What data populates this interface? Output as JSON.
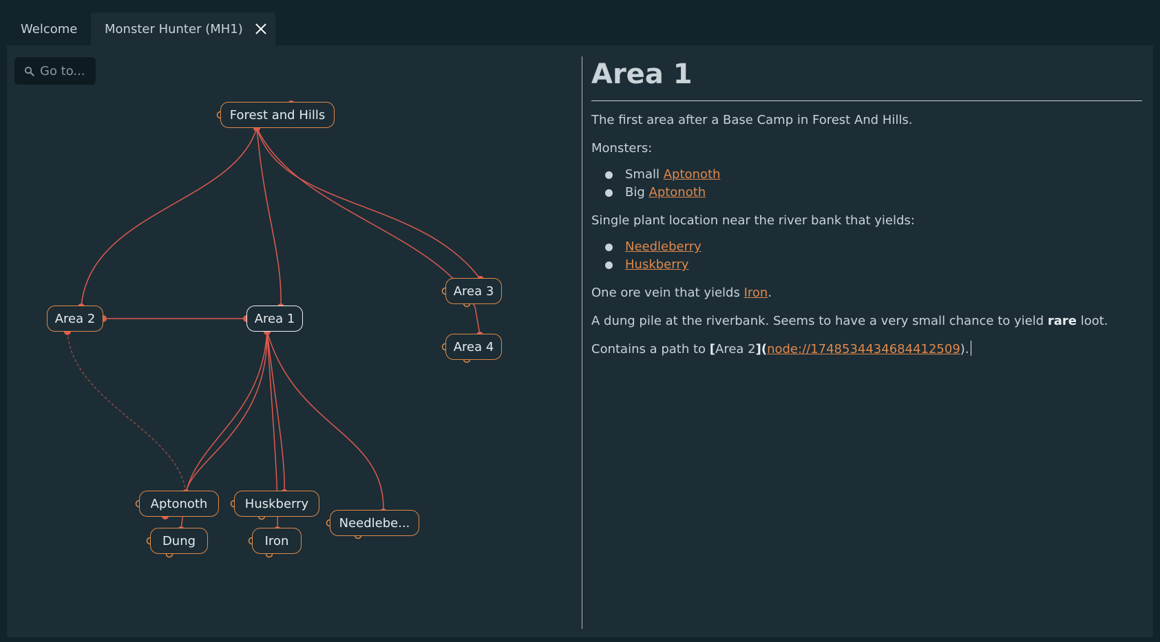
{
  "tabs": [
    {
      "label": "Welcome"
    },
    {
      "label": "Monster Hunter (MH1)"
    }
  ],
  "search": {
    "placeholder": "Go to..."
  },
  "graph": {
    "nodes": {
      "forest": "Forest and Hills",
      "area1": "Area 1",
      "area2": "Area 2",
      "area3": "Area 3",
      "area4": "Area 4",
      "aptonoth": "Aptonoth",
      "huskberry": "Huskberry",
      "needleberry": "Needlebe...",
      "dung": "Dung",
      "iron": "Iron"
    }
  },
  "note": {
    "title": "Area 1",
    "intro": "The first area after a Base Camp in Forest And Hills.",
    "monsters_label": "Monsters:",
    "monsters": [
      {
        "prefix": "Small ",
        "link": "Aptonoth"
      },
      {
        "prefix": "Big ",
        "link": "Aptonoth"
      }
    ],
    "plants_label": "Single plant location near the river bank that yields:",
    "plants": [
      "Needleberry",
      "Huskberry"
    ],
    "ore_prefix": "One ore vein that yields ",
    "ore_link": "Iron",
    "ore_suffix": ".",
    "dung_prefix": "A dung pile at the riverbank. Seems to have a very small chance to yield ",
    "dung_bold": "rare",
    "dung_suffix": " loot.",
    "path_prefix": "Contains a path to ",
    "path_open": "[",
    "path_text": "Area 2",
    "path_mid": "](",
    "path_link": "node://1748534434684412509",
    "path_close": ")."
  },
  "colors": {
    "background": "#13232b",
    "panel": "#1c2d36",
    "edge": "#e05a4e",
    "node_border": "#e08a46",
    "link": "#e0894a"
  }
}
